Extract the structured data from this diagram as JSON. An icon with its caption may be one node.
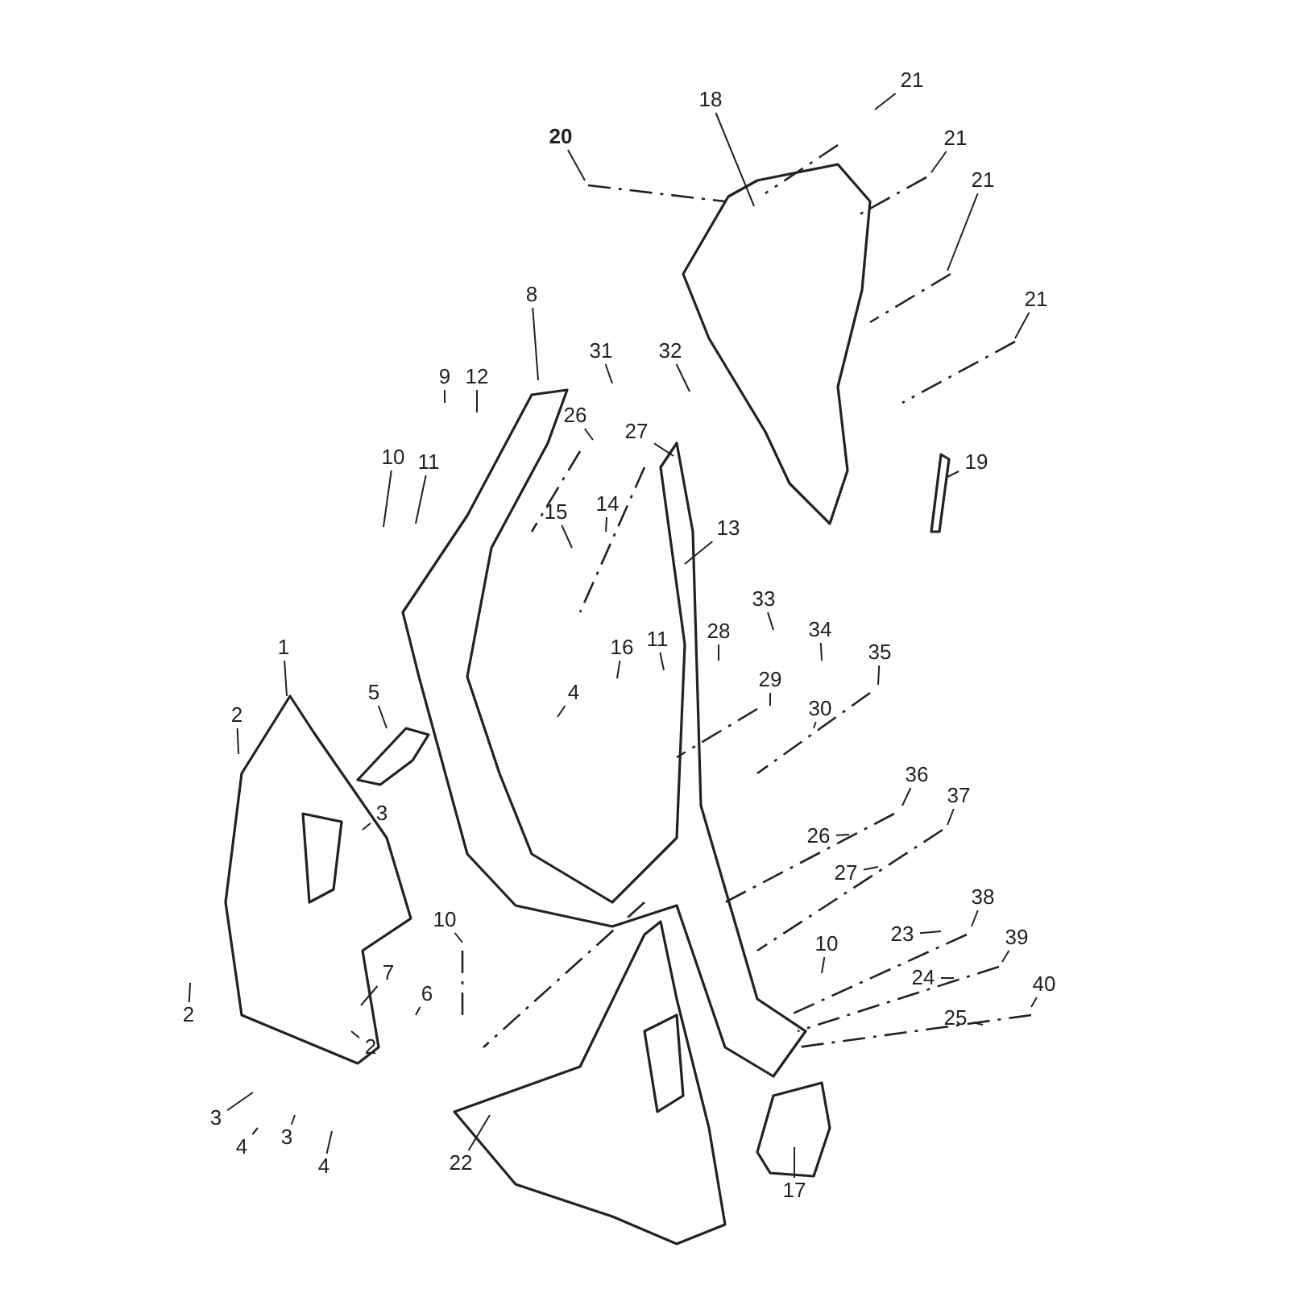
{
  "diagram": {
    "nodes": [
      {
        "text": [
          "21"
        ]
      },
      {
        "text": [
          "18"
        ]
      },
      {
        "text": [
          "20"
        ]
      },
      {
        "text": [
          "21"
        ]
      },
      {
        "text": [
          "21"
        ]
      },
      {
        "text": [
          "21"
        ]
      },
      {
        "text": [
          "8"
        ]
      },
      {
        "text": [
          "31"
        ]
      },
      {
        "text": [
          "32"
        ]
      },
      {
        "text": [
          "9"
        ]
      },
      {
        "text": [
          "12"
        ]
      },
      {
        "text": [
          "26"
        ]
      },
      {
        "text": [
          "27"
        ]
      },
      {
        "text": [
          "10"
        ]
      },
      {
        "text": [
          "11"
        ]
      },
      {
        "text": [
          "19"
        ]
      },
      {
        "text": [
          "15"
        ]
      },
      {
        "text": [
          "14"
        ]
      },
      {
        "text": [
          "13"
        ]
      },
      {
        "text": [
          "33"
        ]
      },
      {
        "text": [
          "28"
        ]
      },
      {
        "text": [
          "34"
        ]
      },
      {
        "text": [
          "16"
        ]
      },
      {
        "text": [
          "11"
        ]
      },
      {
        "text": [
          "1"
        ]
      },
      {
        "text": [
          "35"
        ]
      },
      {
        "text": [
          "4"
        ]
      },
      {
        "text": [
          "29"
        ]
      },
      {
        "text": [
          "30"
        ]
      },
      {
        "text": [
          "5"
        ]
      },
      {
        "text": [
          "2"
        ]
      },
      {
        "text": [
          "36"
        ]
      },
      {
        "text": [
          "37"
        ]
      },
      {
        "text": [
          "3"
        ]
      },
      {
        "text": [
          "26"
        ]
      },
      {
        "text": [
          "27"
        ]
      },
      {
        "text": [
          "38"
        ]
      },
      {
        "text": [
          "10"
        ]
      },
      {
        "text": [
          "10"
        ]
      },
      {
        "text": [
          "23"
        ]
      },
      {
        "text": [
          "39"
        ]
      },
      {
        "text": [
          "24"
        ]
      },
      {
        "text": [
          "7"
        ]
      },
      {
        "text": [
          "40"
        ]
      },
      {
        "text": [
          "6"
        ]
      },
      {
        "text": [
          "25"
        ]
      },
      {
        "text": [
          "2"
        ]
      },
      {
        "text": [
          "2"
        ]
      },
      {
        "text": [
          "3"
        ]
      },
      {
        "text": [
          "4"
        ]
      },
      {
        "text": [
          "3"
        ]
      },
      {
        "text": [
          "4"
        ]
      },
      {
        "text": [
          "22"
        ]
      },
      {
        "text": [
          "17"
        ]
      }
    ],
    "edges": [
      {
        "from": 0,
        "to": null,
        "arrow": "none"
      },
      {
        "from": 1,
        "to": null,
        "arrow": "none"
      },
      {
        "from": 2,
        "to": null,
        "arrow": "none"
      },
      {
        "from": 3,
        "to": null,
        "arrow": "none"
      },
      {
        "from": 4,
        "to": null,
        "arrow": "none"
      },
      {
        "from": 5,
        "to": null,
        "arrow": "none"
      },
      {
        "from": 6,
        "to": null,
        "arrow": "none"
      },
      {
        "from": 7,
        "to": null,
        "arrow": "none"
      },
      {
        "from": 8,
        "to": null,
        "arrow": "none"
      },
      {
        "from": 9,
        "to": null,
        "arrow": "none"
      },
      {
        "from": 10,
        "to": null,
        "arrow": "none"
      },
      {
        "from": 11,
        "to": null,
        "arrow": "none"
      },
      {
        "from": 12,
        "to": null,
        "arrow": "none"
      },
      {
        "from": 13,
        "to": null,
        "arrow": "none"
      },
      {
        "from": 14,
        "to": null,
        "arrow": "none"
      },
      {
        "from": 15,
        "to": null,
        "arrow": "none"
      },
      {
        "from": 16,
        "to": null,
        "arrow": "none"
      },
      {
        "from": 17,
        "to": null,
        "arrow": "none"
      },
      {
        "from": 18,
        "to": null,
        "arrow": "none"
      },
      {
        "from": 19,
        "to": null,
        "arrow": "none"
      },
      {
        "from": 20,
        "to": null,
        "arrow": "none"
      },
      {
        "from": 21,
        "to": null,
        "arrow": "none"
      },
      {
        "from": 22,
        "to": null,
        "arrow": "none"
      },
      {
        "from": 23,
        "to": null,
        "arrow": "none"
      },
      {
        "from": 24,
        "to": null,
        "arrow": "none"
      },
      {
        "from": 25,
        "to": null,
        "arrow": "none"
      },
      {
        "from": 26,
        "to": null,
        "arrow": "none"
      },
      {
        "from": 27,
        "to": null,
        "arrow": "none"
      },
      {
        "from": 28,
        "to": null,
        "arrow": "none"
      },
      {
        "from": 29,
        "to": null,
        "arrow": "none"
      },
      {
        "from": 30,
        "to": null,
        "arrow": "none"
      },
      {
        "from": 31,
        "to": null,
        "arrow": "none"
      },
      {
        "from": 32,
        "to": null,
        "arrow": "none"
      },
      {
        "from": 33,
        "to": null,
        "arrow": "none"
      },
      {
        "from": 34,
        "to": null,
        "arrow": "none"
      },
      {
        "from": 35,
        "to": null,
        "arrow": "none"
      },
      {
        "from": 36,
        "to": null,
        "arrow": "none"
      },
      {
        "from": 37,
        "to": null,
        "arrow": "none"
      },
      {
        "from": 38,
        "to": null,
        "arrow": "none"
      },
      {
        "from": 39,
        "to": null,
        "arrow": "none"
      },
      {
        "from": 40,
        "to": null,
        "arrow": "none"
      },
      {
        "from": 41,
        "to": null,
        "arrow": "none"
      },
      {
        "from": 42,
        "to": null,
        "arrow": "none"
      },
      {
        "from": 43,
        "to": null,
        "arrow": "none"
      },
      {
        "from": 44,
        "to": null,
        "arrow": "none"
      },
      {
        "from": 45,
        "to": null,
        "arrow": "none"
      },
      {
        "from": 46,
        "to": null,
        "arrow": "none"
      },
      {
        "from": 47,
        "to": null,
        "arrow": "none"
      },
      {
        "from": 48,
        "to": null,
        "arrow": "none"
      },
      {
        "from": 49,
        "to": null,
        "arrow": "none"
      },
      {
        "from": 50,
        "to": null,
        "arrow": "none"
      },
      {
        "from": 51,
        "to": null,
        "arrow": "none"
      },
      {
        "from": 52,
        "to": null,
        "arrow": "none"
      },
      {
        "from": 53,
        "to": null,
        "arrow": "none"
      }
    ]
  }
}
